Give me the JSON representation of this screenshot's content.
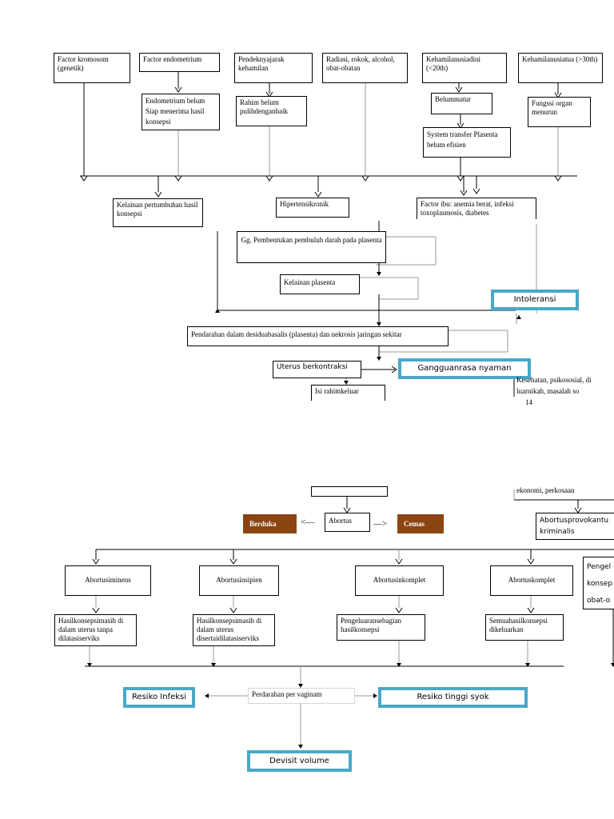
{
  "top": {
    "factors": [
      "Factor kromosom (genetik)",
      "Factor endometrium",
      "Pendeknyajarak kehamilan",
      "Radiasi, rokok, alcohol, obat-obatan",
      "Kehamilanusiadini (<20th)",
      "Kehamilanusiatua (>30th)"
    ],
    "endometrium_belum": "Endometrium belum Siap menerima hasil konsepsi",
    "rahim_belum": "Rahim belum pulihdenganbaik",
    "belummatur": "Belummatur",
    "system_transfer": "System transfer Plasenta belum efisien",
    "fungsi_organ": "Fungssi organ menurun",
    "kelainan_pertumbuhan": "Kelainan pertumbuhan hasil konsepsi",
    "hipertensi": "Hipertensikronik",
    "factor_ibu": "Factor ibu: anemia berat, infeksi toxoplasmosis, diabetes",
    "gg_pembentukan": "Gg. Pembentukan pembuluh darah pada plasenta",
    "kelainan_plasenta": "Kelainan plasenta",
    "intoleransi": "Intoleransi",
    "pendarahan": "Pendarahan dalam desiduabasalis (plasenta) dan nekrosis jaringan sekitar",
    "uterus": "Uterus berkontraksi",
    "gangguan": "Gangguanrasa nyaman",
    "isi_rahim": "Isi rahimkeluar",
    "kesehatan": "Kesehatan, psikososial, di luarnikah, masalah so",
    "page_number": "14"
  },
  "bottom": {
    "ekonomi": "ekonomi, perkosaan",
    "abortus": "Abortus",
    "berduka": "Berduka",
    "cemas": "Cemas",
    "provokatus": "Abortusprovokantu kriminalis",
    "pengel": "Pengel konsep obat-o",
    "types": [
      "Abortusiminens",
      "Abortusinsipien",
      "Abortusinkomplet",
      "Abortuskomplet"
    ],
    "descs": [
      "Hasilkonsepsimasih di dalam uterus tanpa dilatasiserviks",
      "Hasilkonsepsimasih di dalam uterus disertaidilatasiserviks",
      "Pengeluaransebagian hasilkonsepsi",
      "Semuahasilkonsepsi dikeluarkan"
    ],
    "perdarahan": "Perdarahan per vaginam",
    "resiko_infeksi": "Resiko Infeksi",
    "resiko_syok": "Resiko tinggi syok",
    "devisit": "Devisit  volume"
  }
}
